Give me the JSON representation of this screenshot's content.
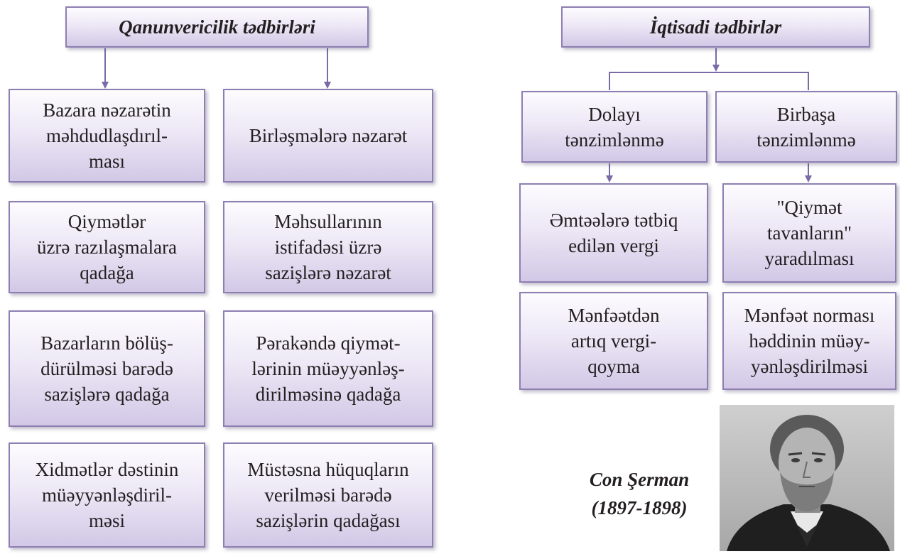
{
  "left_group": {
    "title": "Qanunvericilik tədbirləri",
    "column_1": [
      {
        "lines": [
          "Bazara nəzarətin",
          "məhdudlaşdırıl-",
          "ması"
        ]
      },
      {
        "lines": [
          "Qiymətlər",
          "üzrə razılaşmalara",
          "qadağa"
        ]
      },
      {
        "lines": [
          "Bazarların bölüş-",
          "dürülməsi barədə",
          "sazişlərə qadağa"
        ]
      },
      {
        "lines": [
          "Xidmətlər dəstinin",
          "müəyyənləşdiril-",
          "məsi"
        ]
      }
    ],
    "column_2": [
      {
        "lines": [
          "Birləşmələrə nəzarət"
        ]
      },
      {
        "lines": [
          "Məhsullarının",
          "istifadəsi üzrə",
          "sazişlərə nəzarət"
        ]
      },
      {
        "lines": [
          "Pərakəndə qiymət-",
          "lərinin müəyyənləş-",
          "dirilməsinə qadağa"
        ]
      },
      {
        "lines": [
          "Müstəsna hüquqların",
          "verilməsi barədə",
          "sazişlərin qadağası"
        ]
      }
    ]
  },
  "right_group": {
    "title": "İqtisadi tədbirlər",
    "branch_indirect": {
      "header": [
        "Dolayı",
        "tənzimlənmə"
      ],
      "items": [
        {
          "lines": [
            "Əmtəələrə tətbiq",
            "edilən vergi"
          ]
        },
        {
          "lines": [
            "Mənfəətdən",
            "artıq vergi-",
            "qoyma"
          ]
        }
      ]
    },
    "branch_direct": {
      "header": [
        "Birbaşa",
        "tənzimlənmə"
      ],
      "items": [
        {
          "lines": [
            "\"Qiymət",
            "tavanların\"",
            "yaradılması"
          ]
        },
        {
          "lines": [
            "Mənfəət norması",
            "həddinin müəy-",
            "yənləşdirilməsi"
          ]
        }
      ]
    }
  },
  "portrait": {
    "name": "Con Şerman",
    "years": "(1897-1898)"
  },
  "colors": {
    "border": "#8e7fb2",
    "fill_top": "#fdfcff",
    "fill_bottom": "#d2c8e6",
    "connector": "#7a6aa6"
  }
}
